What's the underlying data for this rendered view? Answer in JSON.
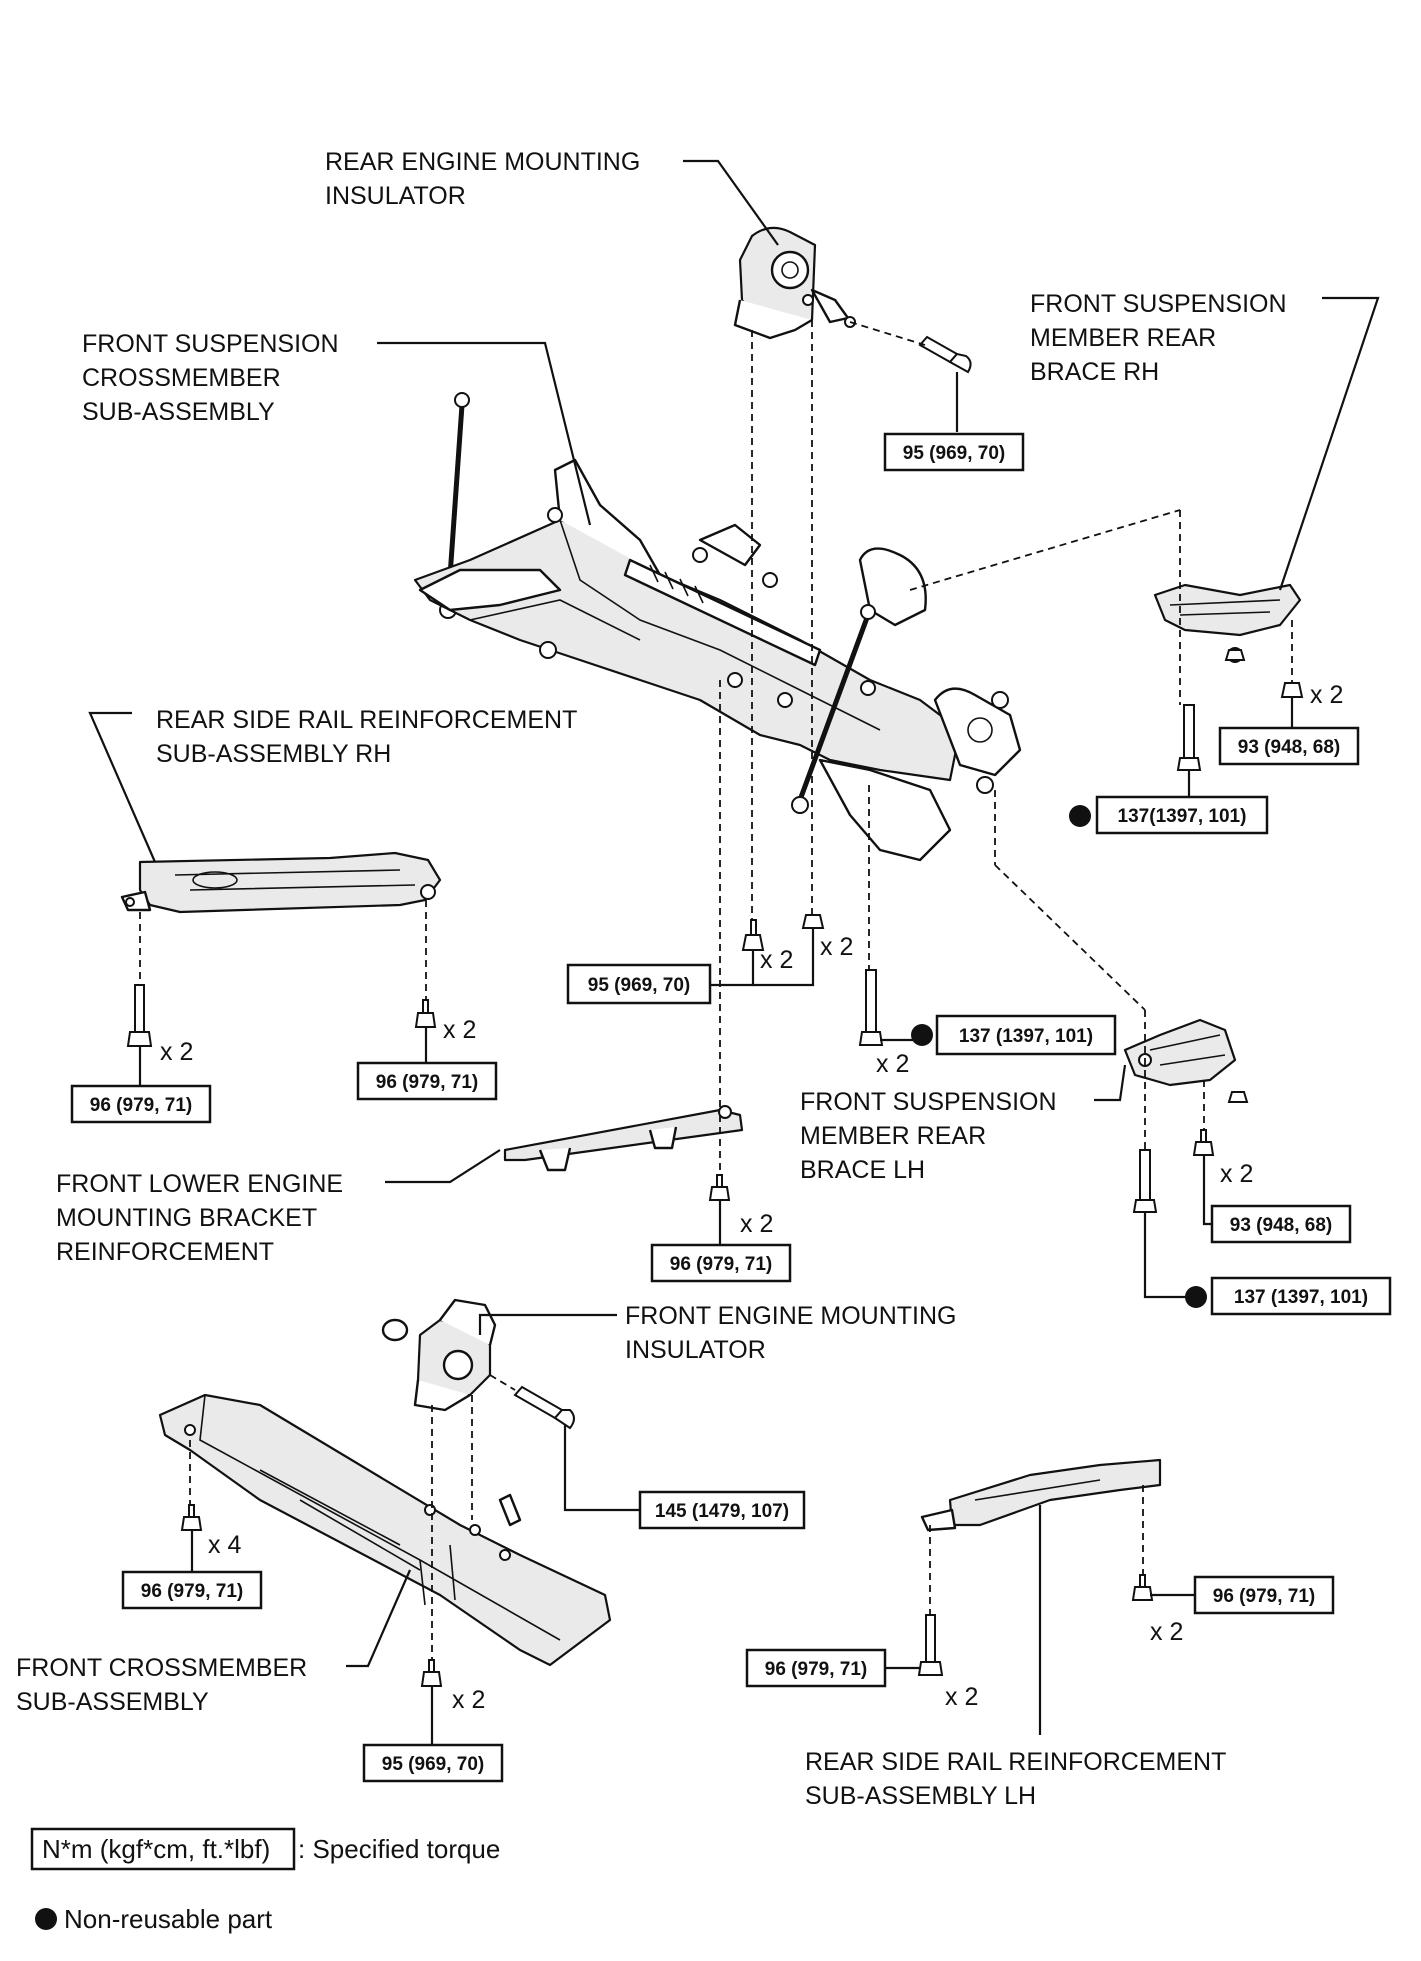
{
  "labels": {
    "rear_engine_mounting_insulator": [
      "REAR ENGINE MOUNTING",
      "INSULATOR"
    ],
    "front_suspension_crossmember": [
      "FRONT SUSPENSION",
      "CROSSMEMBER",
      "SUB-ASSEMBLY"
    ],
    "front_suspension_member_rear_brace_rh": [
      "FRONT SUSPENSION",
      "MEMBER REAR",
      "BRACE RH"
    ],
    "rear_side_rail_reinforcement_rh": [
      "REAR SIDE RAIL REINFORCEMENT",
      "SUB-ASSEMBLY RH"
    ],
    "front_suspension_member_rear_brace_lh": [
      "FRONT SUSPENSION",
      "MEMBER REAR",
      "BRACE LH"
    ],
    "front_lower_engine_mounting_bracket": [
      "FRONT LOWER ENGINE",
      "MOUNTING BRACKET",
      "REINFORCEMENT"
    ],
    "front_engine_mounting_insulator": [
      "FRONT ENGINE MOUNTING",
      "INSULATOR"
    ],
    "front_crossmember": [
      "FRONT CROSSMEMBER",
      "SUB-ASSEMBLY"
    ],
    "rear_side_rail_reinforcement_lh": [
      "REAR SIDE RAIL REINFORCEMENT",
      "SUB-ASSEMBLY LH"
    ]
  },
  "torques": {
    "t_rear_mount": "95 (969, 70)",
    "t_brace_rh_nut": "93 (948, 68)",
    "t_brace_rh_bolt": "137(1397, 101)",
    "t_crossmember_mid": "95 (969, 70)",
    "t_crossmember_bolt": "137 (1397, 101)",
    "t_rail_rh_left": "96 (979, 71)",
    "t_rail_rh_right": "96 (979, 71)",
    "t_brace_lh_nut": "93 (948, 68)",
    "t_brace_lh_bolt": "137 (1397, 101)",
    "t_lower_bracket": "96 (979, 71)",
    "t_front_mount": "145 (1479, 107)",
    "t_front_cross_left": "96 (979, 71)",
    "t_front_cross_bottom": "95 (969, 70)",
    "t_rail_lh_right": "96 (979, 71)",
    "t_rail_lh_left": "96 (979, 71)"
  },
  "quantities": {
    "q_brace_rh_nut": "x 2",
    "q_mid_left": "x 2",
    "q_mid_right": "x 2",
    "q_cross_bolt": "x 2",
    "q_rail_rh_left": "x 2",
    "q_rail_rh_right": "x 2",
    "q_brace_lh_nut": "x 2",
    "q_lower_bracket": "x 2",
    "q_front_cross_left": "x 4",
    "q_front_cross_bottom": "x 2",
    "q_rail_lh_right": "x 2",
    "q_rail_lh_left": "x 2"
  },
  "legend": {
    "torque_unit": "N*m (kgf*cm, ft.*lbf)",
    "torque_desc": ": Specified torque",
    "non_reusable": "Non-reusable part"
  },
  "colors": {
    "ink": "#111111",
    "background": "#ffffff"
  }
}
